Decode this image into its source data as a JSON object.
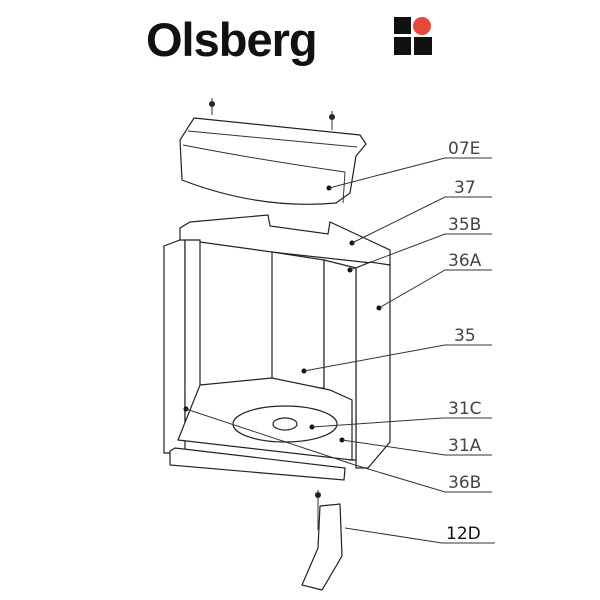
{
  "brand": {
    "name": "Olsberg",
    "colors": {
      "text": "#111111",
      "accent": "#e8473c"
    }
  },
  "diagram": {
    "title_icon": "olsberg-logo-mark",
    "parts": [
      {
        "label": "07E"
      },
      {
        "label": "37"
      },
      {
        "label": "35B"
      },
      {
        "label": "36A"
      },
      {
        "label": "35"
      },
      {
        "label": "31C"
      },
      {
        "label": "31A"
      },
      {
        "label": "36B"
      },
      {
        "label": "12D"
      }
    ]
  }
}
